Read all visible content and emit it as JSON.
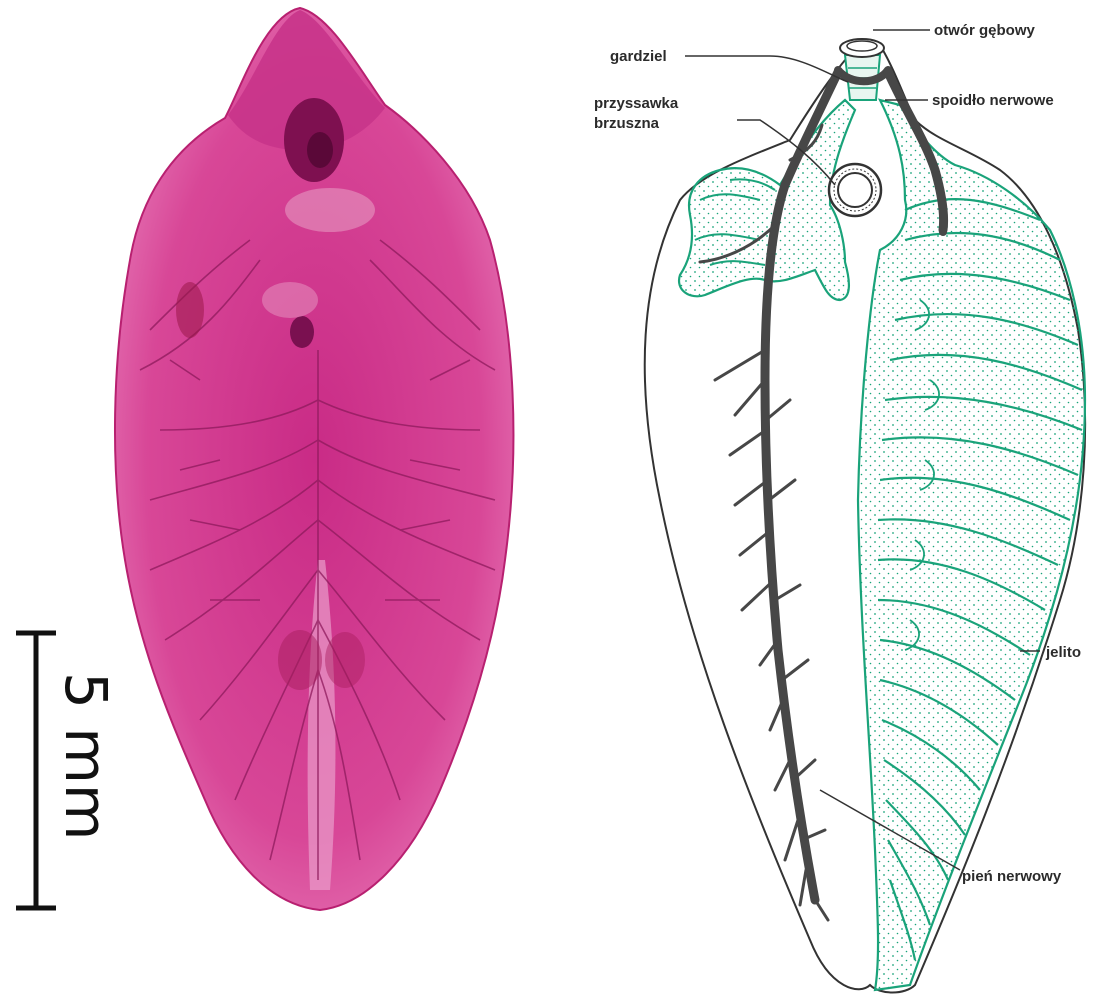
{
  "scale_bar": {
    "label": "5 mm"
  },
  "labels": {
    "mouth": "otwór gębowy",
    "pharynx": "gardziel",
    "ventral_sucker_1": "przyssawka",
    "ventral_sucker_2": "brzuszna",
    "nerve_ring": "spoidło nerwowe",
    "gut": "jelito",
    "nerve_trunk": "pień nerwowy"
  },
  "colors": {
    "specimen": "#d2358f",
    "specimen_dark": "#8e1a5c",
    "gut_outline": "#1aa37a",
    "gut_fill": "#e8f6f0",
    "nerve": "#474747",
    "outline": "#333333"
  }
}
